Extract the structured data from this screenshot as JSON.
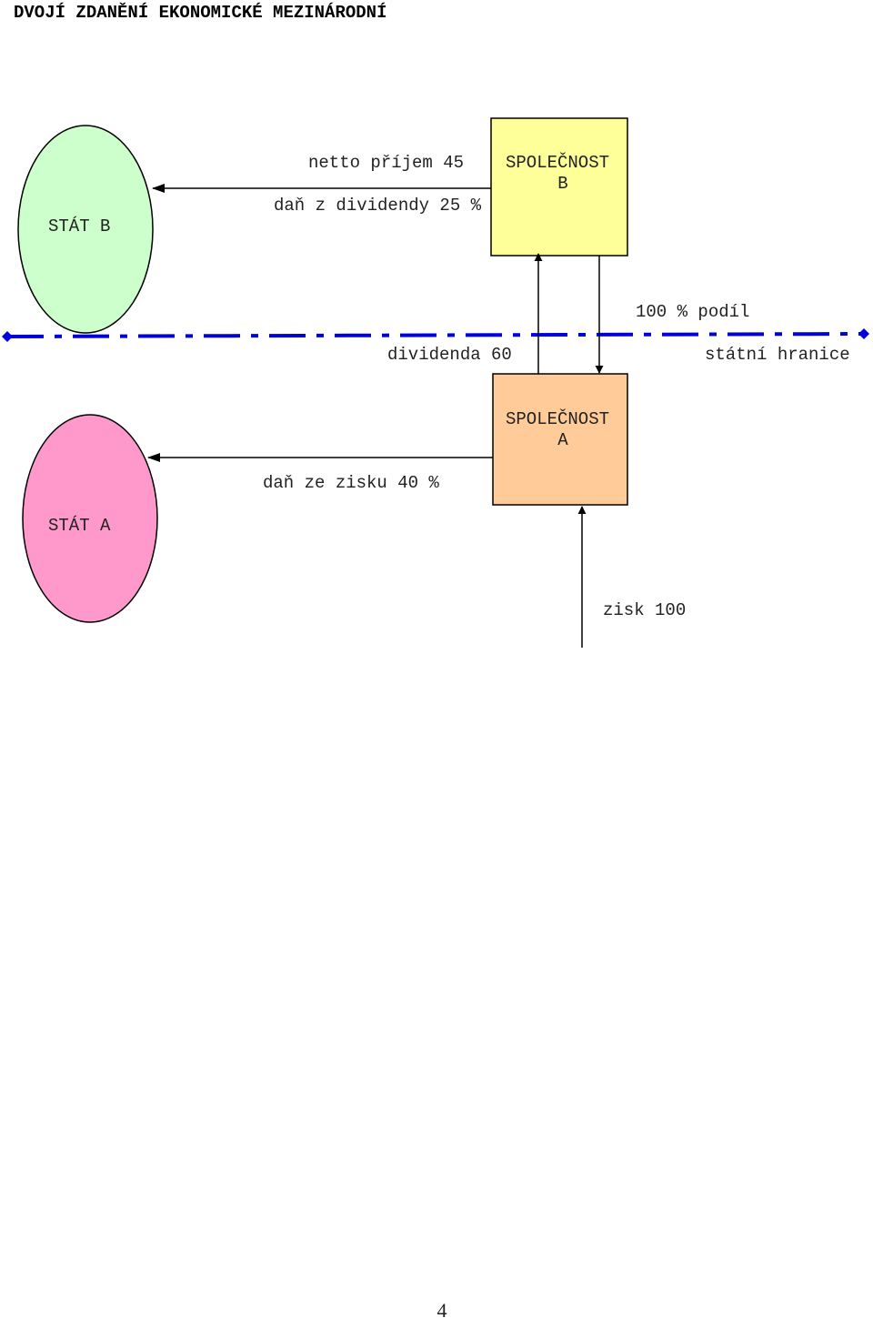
{
  "title": "DVOJÍ ZDANĚNÍ EKONOMICKÉ MEZINÁRODNÍ",
  "state_b": {
    "label": "STÁT B",
    "color": "#ccffcc"
  },
  "state_a": {
    "label": "STÁT A",
    "color": "#ff99cc"
  },
  "company_b": {
    "line1": "SPOLEČNOST",
    "line2": "B",
    "color": "#ffff99"
  },
  "company_a": {
    "line1": "SPOLEČNOST",
    "line2": "A",
    "color": "#ffcc99"
  },
  "labels": {
    "net_income": "netto příjem 45",
    "dividend_tax": "daň z dividendy 25 %",
    "share": "100 % podíl",
    "dividend": "dividenda 60",
    "border": "státní hranice",
    "profit_tax": "daň ze zisku 40 %",
    "profit": "zisk 100"
  },
  "border_color": "#0000dd",
  "page_number": "4"
}
